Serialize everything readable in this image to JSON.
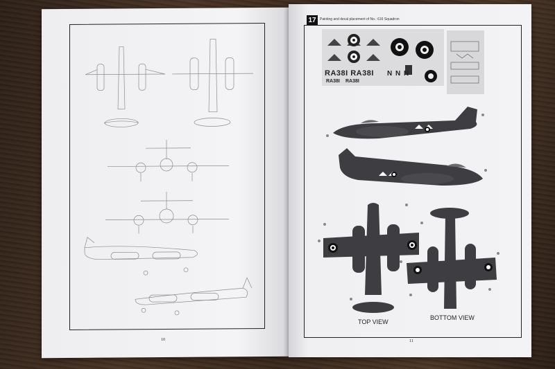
{
  "scene": {
    "description_free": true,
    "background_color": "#3a2a1f"
  },
  "left_page": {
    "page_number": "10"
  },
  "right_page": {
    "page_number": "11",
    "step_number": "17",
    "step_title": "Painting and decal placement of No.: 616 Squadron",
    "decals": {
      "serial_large": "RA38I RA38I",
      "serial_small": "RA38I",
      "serial_small2": "RA38I",
      "code_letters": "N N N"
    },
    "top_view_label": "TOP VIEW",
    "bottom_view_label": "BOTTOM VIEW",
    "camouflage_color": "#3e3e42",
    "roundel_colors": [
      "#111111",
      "#ffffff"
    ]
  }
}
